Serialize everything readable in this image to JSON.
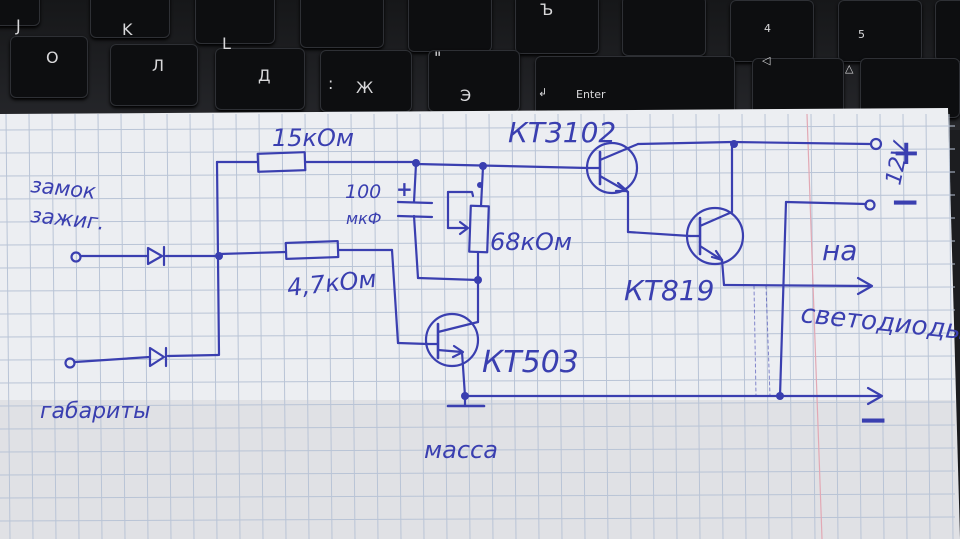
{
  "keyboard": {
    "keys": [
      "J",
      "K",
      "L",
      "О",
      "Л",
      "Д",
      ":",
      "Ж",
      "\"",
      "Э",
      "Ъ",
      "4",
      "5",
      "Enter"
    ]
  },
  "schematic": {
    "inputs": {
      "ignition_lock": "замок",
      "ignition_lock_2": "зажиг.",
      "side_lights": "габариты"
    },
    "resistors": {
      "r1": "15кОм",
      "r2": "4,7кОм",
      "r3": "68кОм"
    },
    "capacitor": {
      "value": "100",
      "unit": "мкФ",
      "polarity": "+"
    },
    "transistors": {
      "t1": "КТ3102",
      "t2": "КТ819",
      "t3": "КТ503"
    },
    "power": {
      "plus": "+",
      "voltage": "12V",
      "minus": "−"
    },
    "output": {
      "label_1": "на",
      "label_2": "светодиоды",
      "minus": "−"
    },
    "ground": "масса"
  }
}
